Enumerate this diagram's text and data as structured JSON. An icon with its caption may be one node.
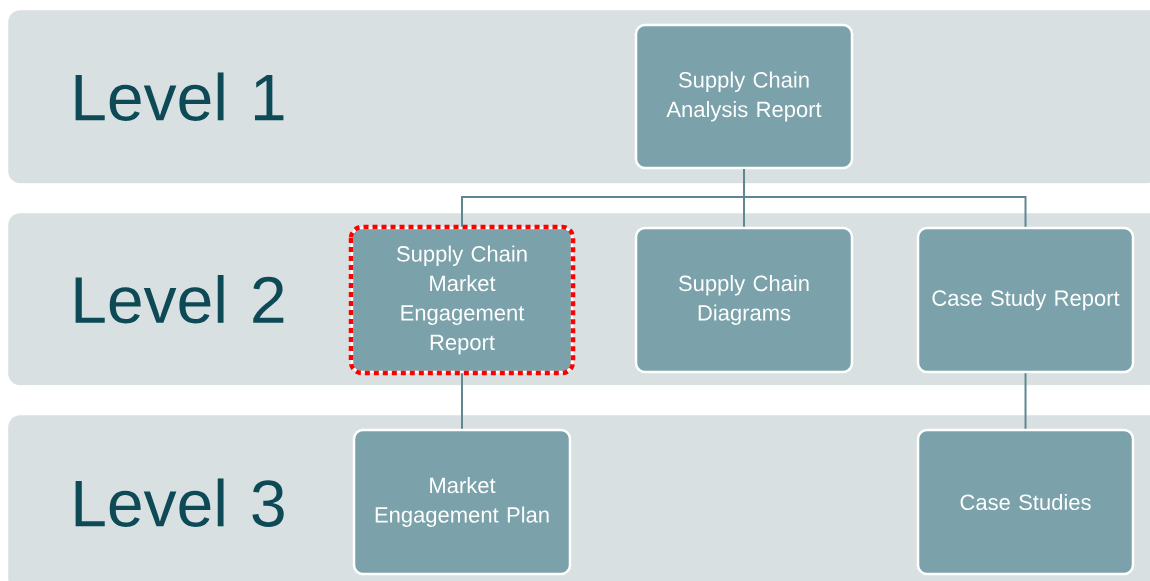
{
  "diagram": {
    "nodes": [
      {
        "text": [
          "Level 1"
        ]
      },
      {
        "text": [
          "Supply Chain Analysis Report"
        ],
        "in": 0
      },
      {
        "text": [
          "Level 2"
        ]
      },
      {
        "text": [
          "Supply Chain Market Engagement Report"
        ],
        "in": 2
      },
      {
        "text": [
          "Supply Chain Diagrams"
        ],
        "in": 2
      },
      {
        "text": [
          "Case Study Report"
        ],
        "in": 2
      },
      {
        "text": [
          "Level 3"
        ]
      },
      {
        "text": [
          "Market Engagement Plan"
        ],
        "in": 6
      },
      {
        "text": [
          "Case Studies"
        ],
        "in": 6
      }
    ],
    "edges": [
      {
        "from": 1,
        "to": 3,
        "arrow": "none"
      },
      {
        "from": 1,
        "to": 4,
        "arrow": "none"
      },
      {
        "from": 1,
        "to": 5,
        "arrow": "none"
      },
      {
        "from": 3,
        "to": 7,
        "arrow": "none"
      },
      {
        "from": 5,
        "to": 8,
        "arrow": "none"
      }
    ]
  }
}
